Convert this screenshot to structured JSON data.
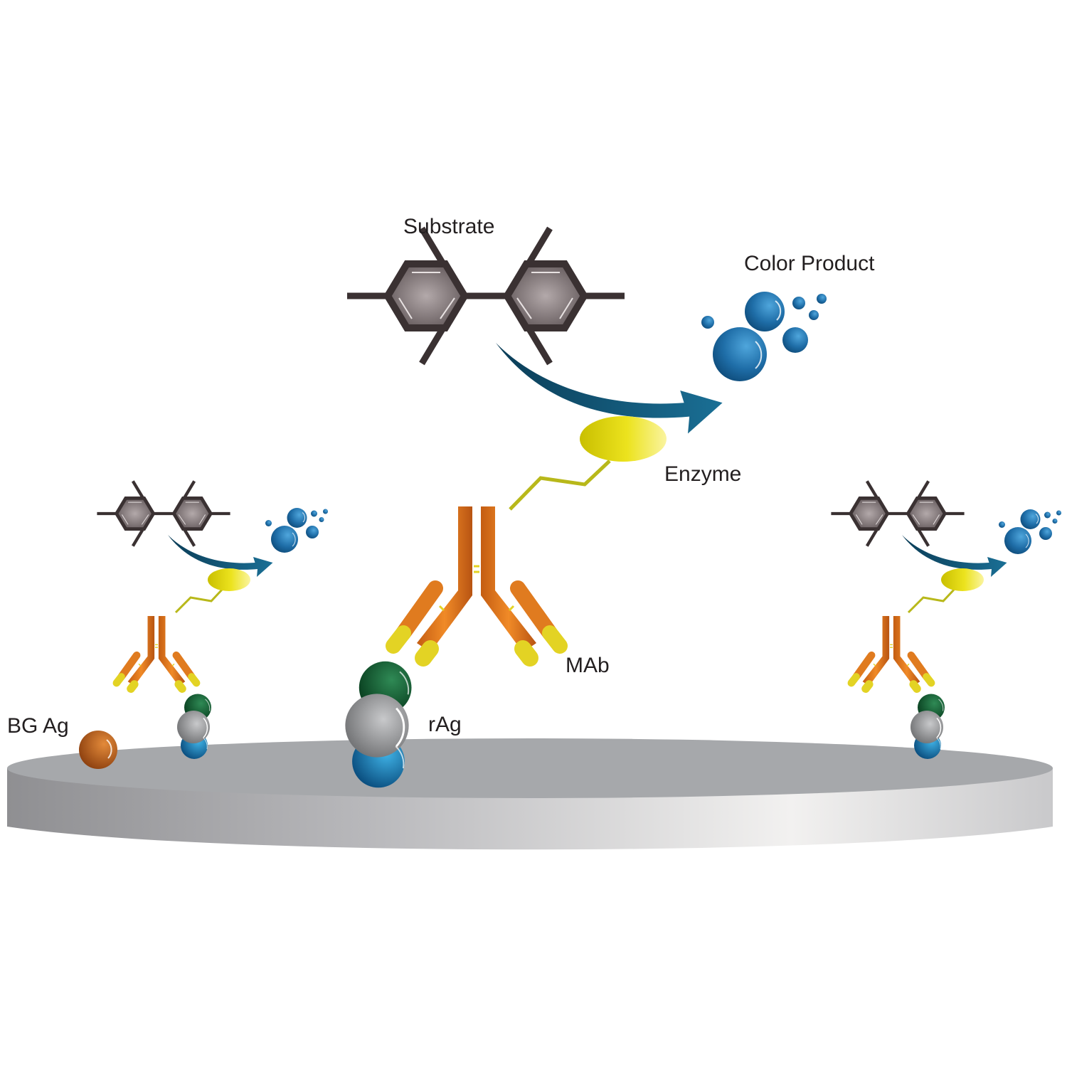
{
  "diagram": {
    "labels": {
      "substrate": "Substrate",
      "color_product": "Color Product",
      "enzyme": "Enzyme",
      "mab": "MAb",
      "rag": "rAg",
      "bg_ag": "BG Ag"
    },
    "colors": {
      "plate_top": "#a7a9ac",
      "antibody": "#e07b1f",
      "antibody_tip": "#e3d324",
      "enzyme": "#e6dc12",
      "linker": "#b8b81a",
      "arrow": "#0e4a68",
      "product_blue": "#1f75b4",
      "ring": "#7d7173",
      "antigen_green": "#0e5a2e",
      "antigen_gray": "#a6a8ab",
      "antigen_blue": "#1a78b5",
      "bg_antigen": "#c4621b"
    },
    "icons": [
      "substrate-molecule",
      "color-product-bubbles",
      "enzyme-ellipse",
      "antibody-y",
      "antigen-cluster",
      "background-antigen",
      "plate-disc"
    ]
  }
}
